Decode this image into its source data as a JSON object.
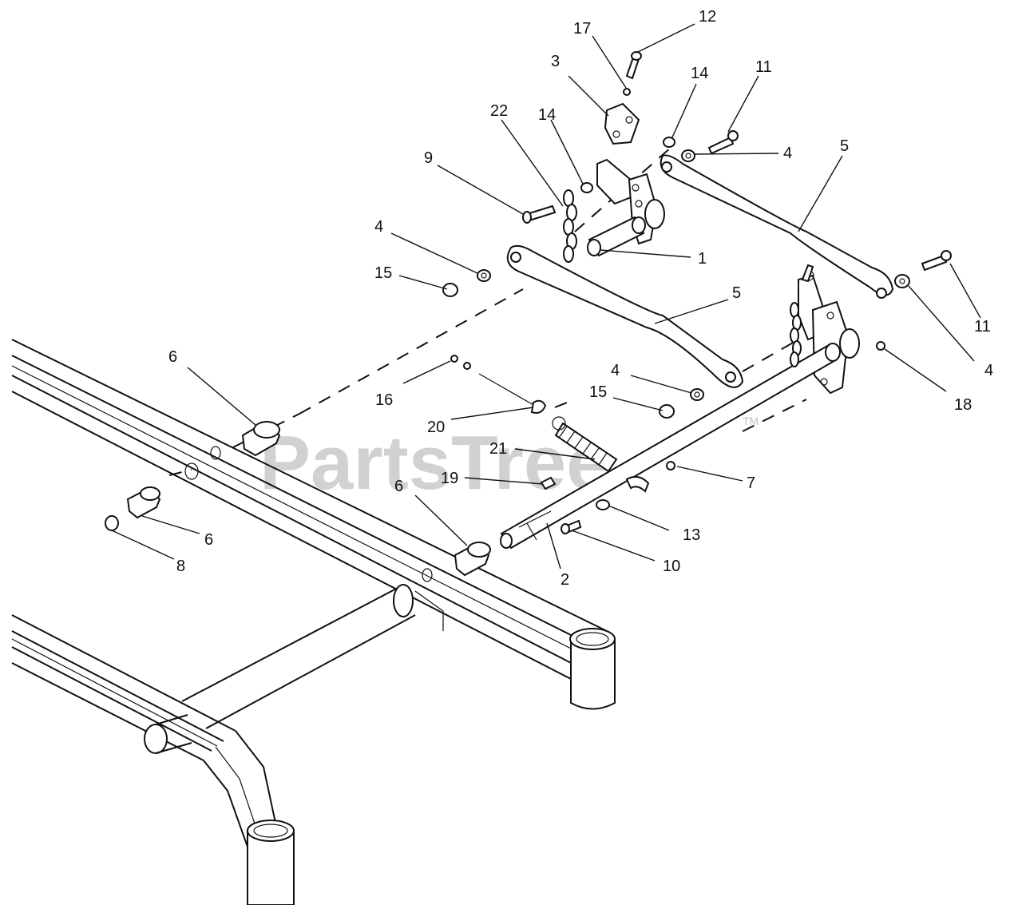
{
  "watermark": {
    "brand": "PartsTree",
    "trademark": "TM"
  },
  "labels": {
    "l1": "1",
    "l2": "2",
    "l3": "3",
    "l4a": "4",
    "l4b": "4",
    "l4c": "4",
    "l4d": "4",
    "l5a": "5",
    "l5b": "5",
    "l6a": "6",
    "l6b": "6",
    "l6c": "6",
    "l7": "7",
    "l8": "8",
    "l9": "9",
    "l10": "10",
    "l11a": "11",
    "l11b": "11",
    "l12": "12",
    "l13": "13",
    "l14a": "14",
    "l14b": "14",
    "l15a": "15",
    "l15b": "15",
    "l16": "16",
    "l17": "17",
    "l18": "18",
    "l19": "19",
    "l20": "20",
    "l21": "21",
    "l22": "22"
  }
}
